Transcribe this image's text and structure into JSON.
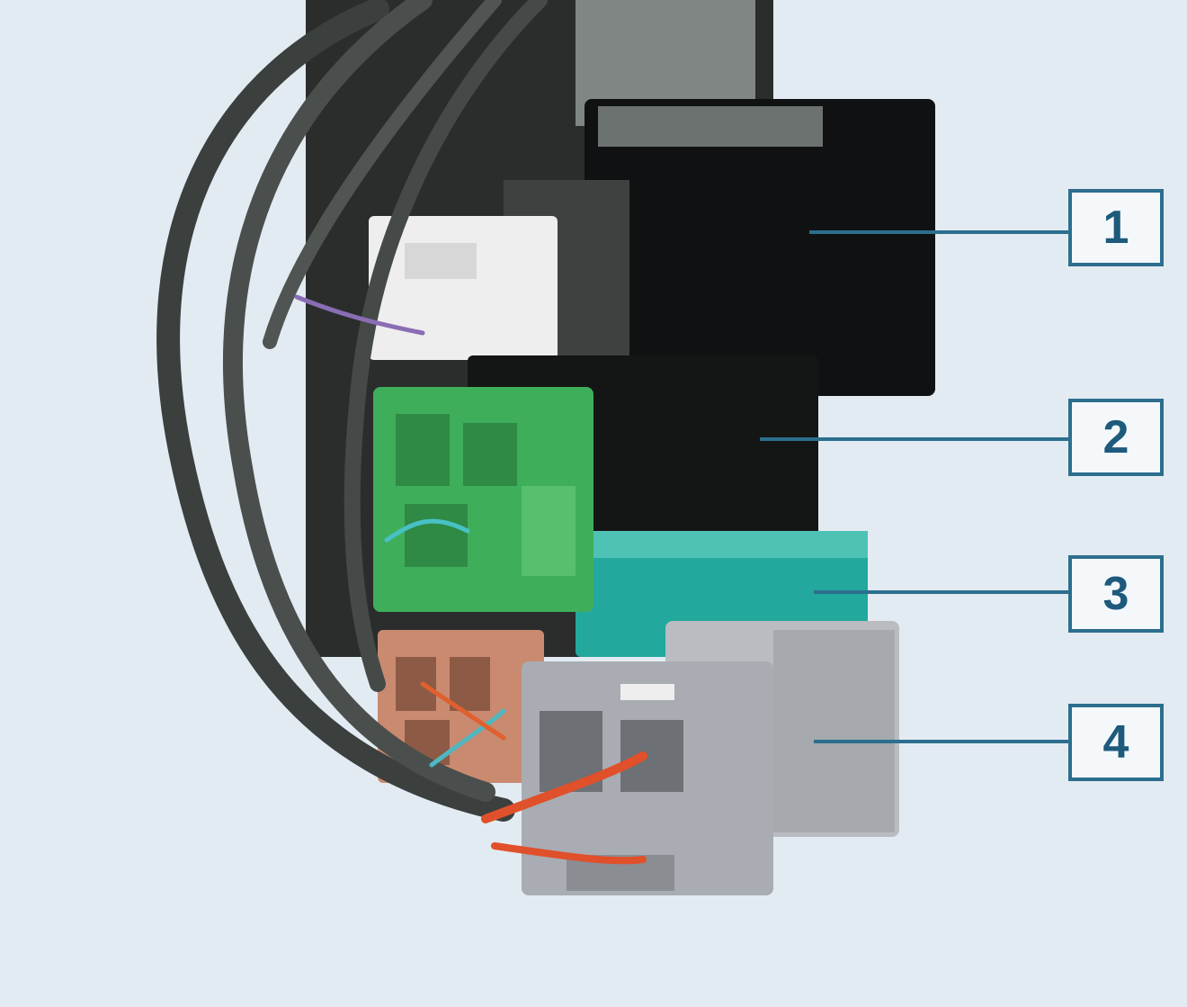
{
  "callouts": [
    {
      "number": "1"
    },
    {
      "number": "2"
    },
    {
      "number": "3"
    },
    {
      "number": "4"
    }
  ],
  "colors": {
    "background": "#e3ebf2",
    "callout_border": "#2c6e8e",
    "relay_1": "#111111",
    "relay_2": "#151515",
    "relay_3": "#21a59a",
    "relay_4": "#b9bcc0",
    "connector_green": "#3fae5a",
    "connector_brown": "#c98a70",
    "connector_grey": "#a9acb2",
    "connector_white": "#eeeeee"
  }
}
